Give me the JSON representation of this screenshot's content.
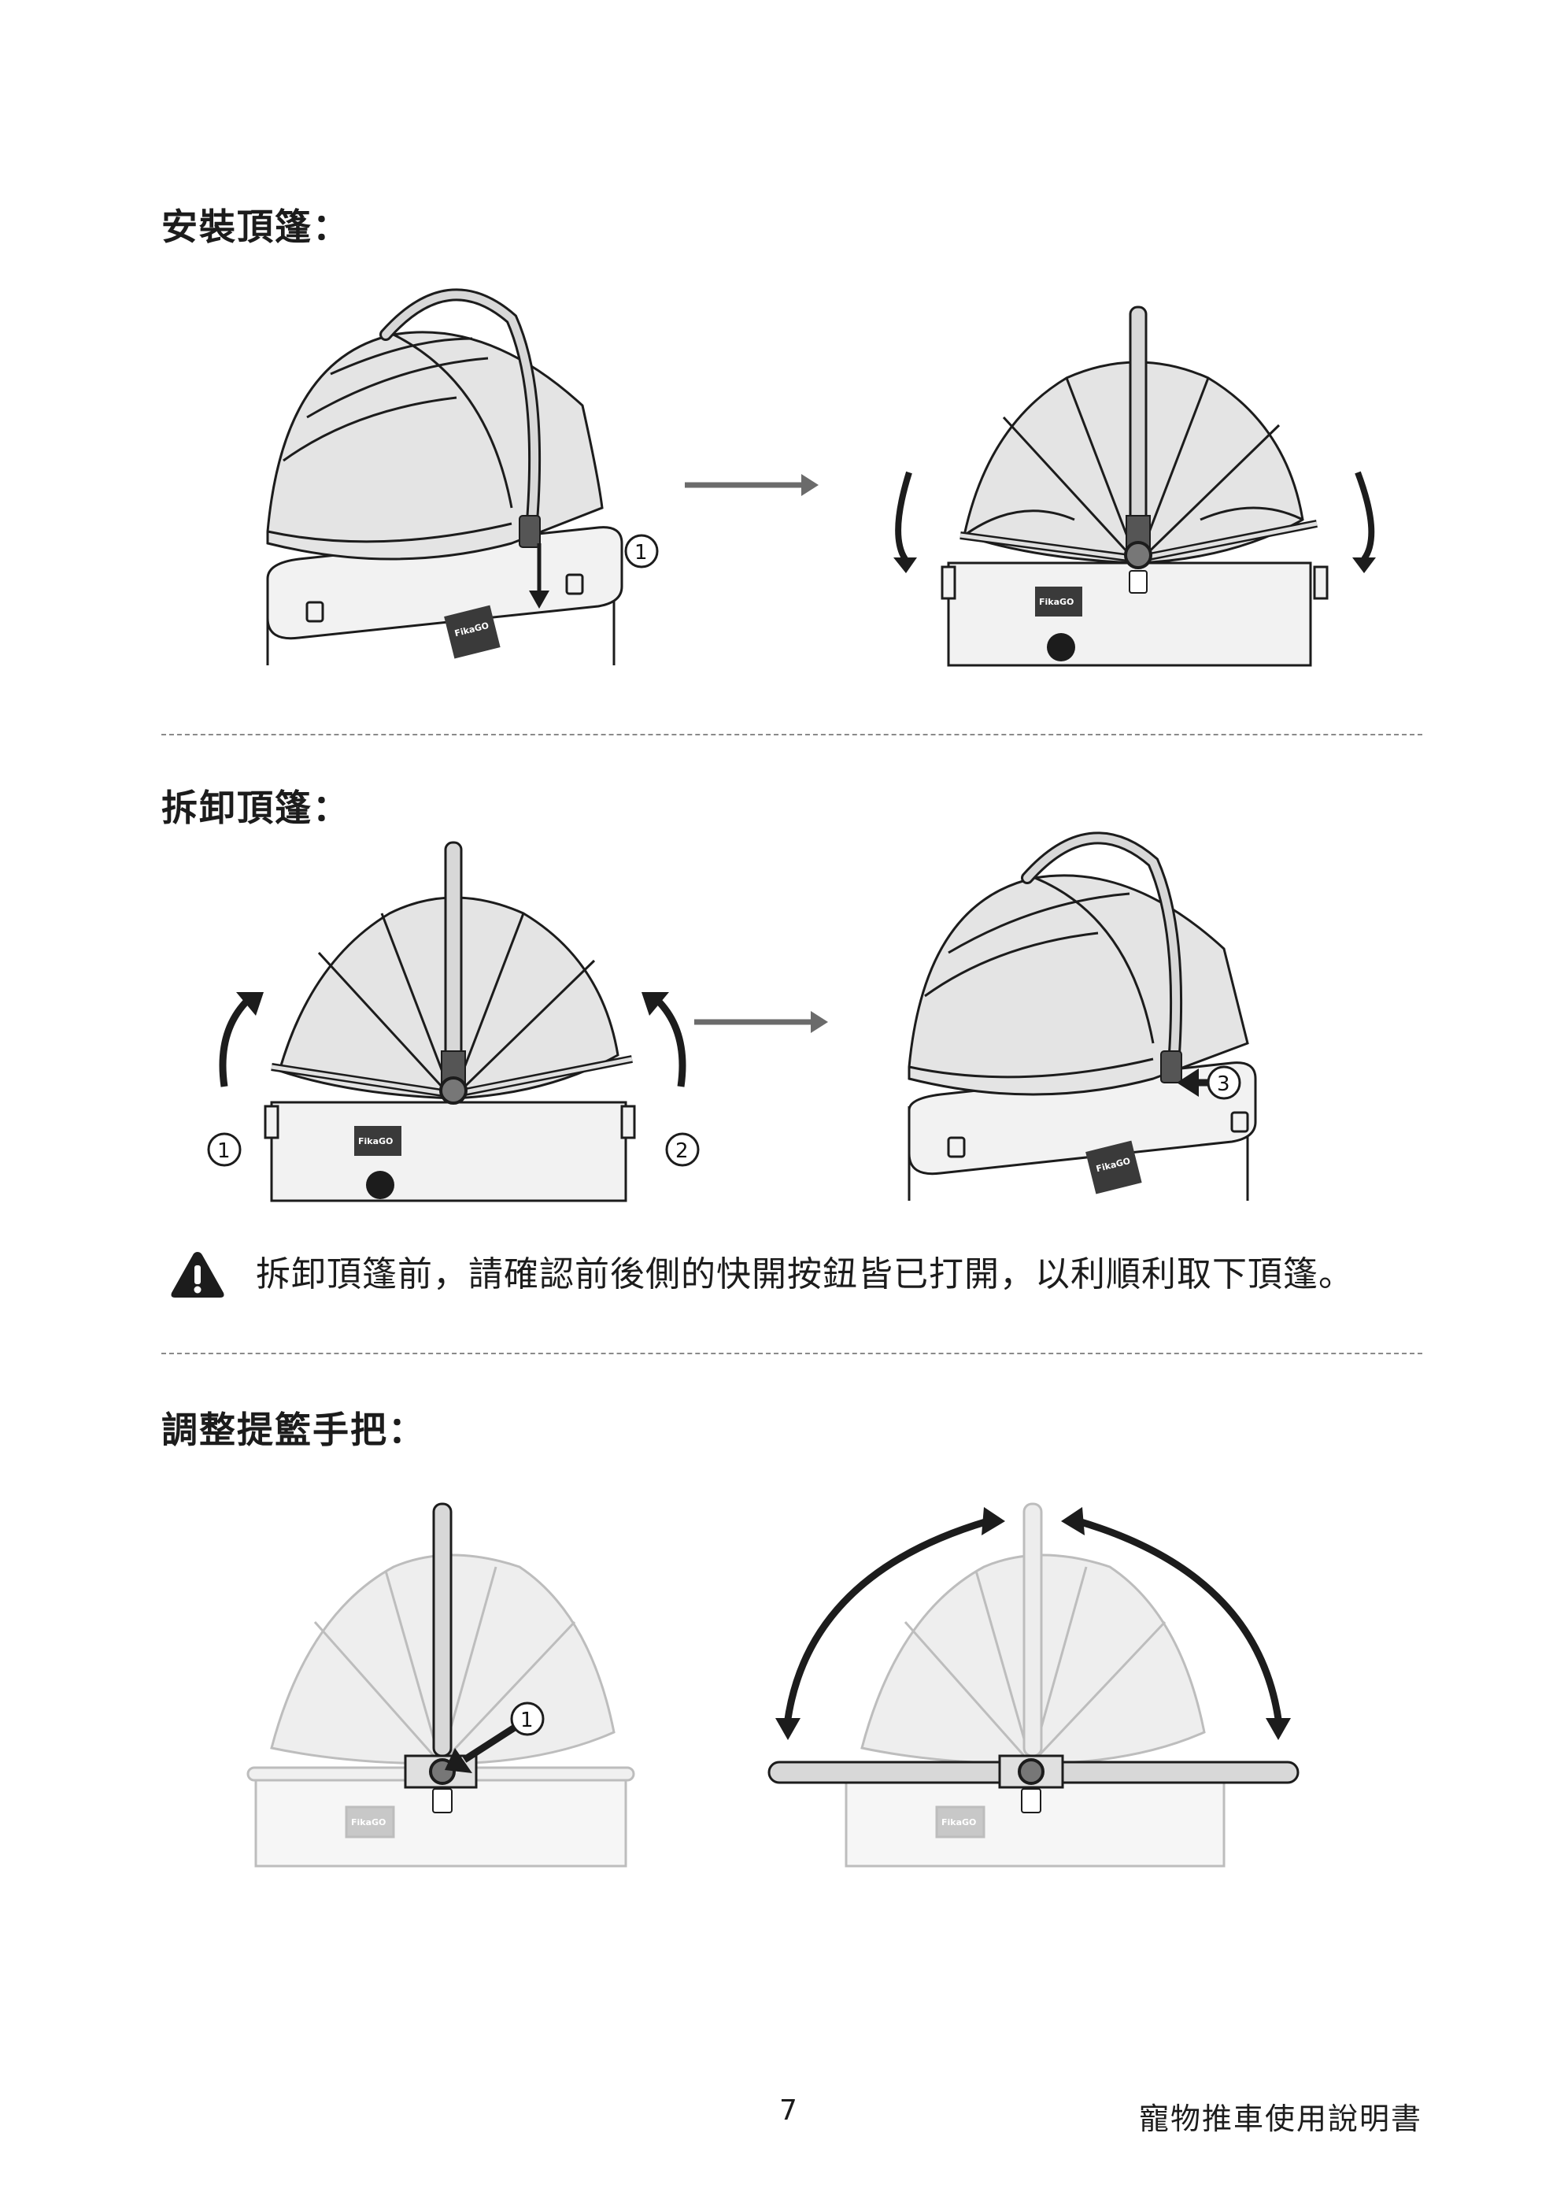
{
  "sections": [
    {
      "heading": "安裝頂篷："
    },
    {
      "heading": "拆卸頂篷："
    },
    {
      "heading": "調整提籃手把："
    }
  ],
  "steps": {
    "one": "1",
    "two": "2",
    "three": "3"
  },
  "brand_logo": "FikaGO",
  "warning": {
    "icon": "warning-triangle-icon",
    "text": "拆卸頂篷前，請確認前後側的快開按鈕皆已打開，以利順利取下頂篷。"
  },
  "footer": {
    "page_number": "7",
    "title": "寵物推車使用說明書"
  },
  "colors": {
    "ink": "#1c1c1c",
    "canopy": "#e4e4e4",
    "carrier": "#f2f2f2",
    "arrow": "#6b6b6b",
    "faded": "#bdbdbd"
  }
}
